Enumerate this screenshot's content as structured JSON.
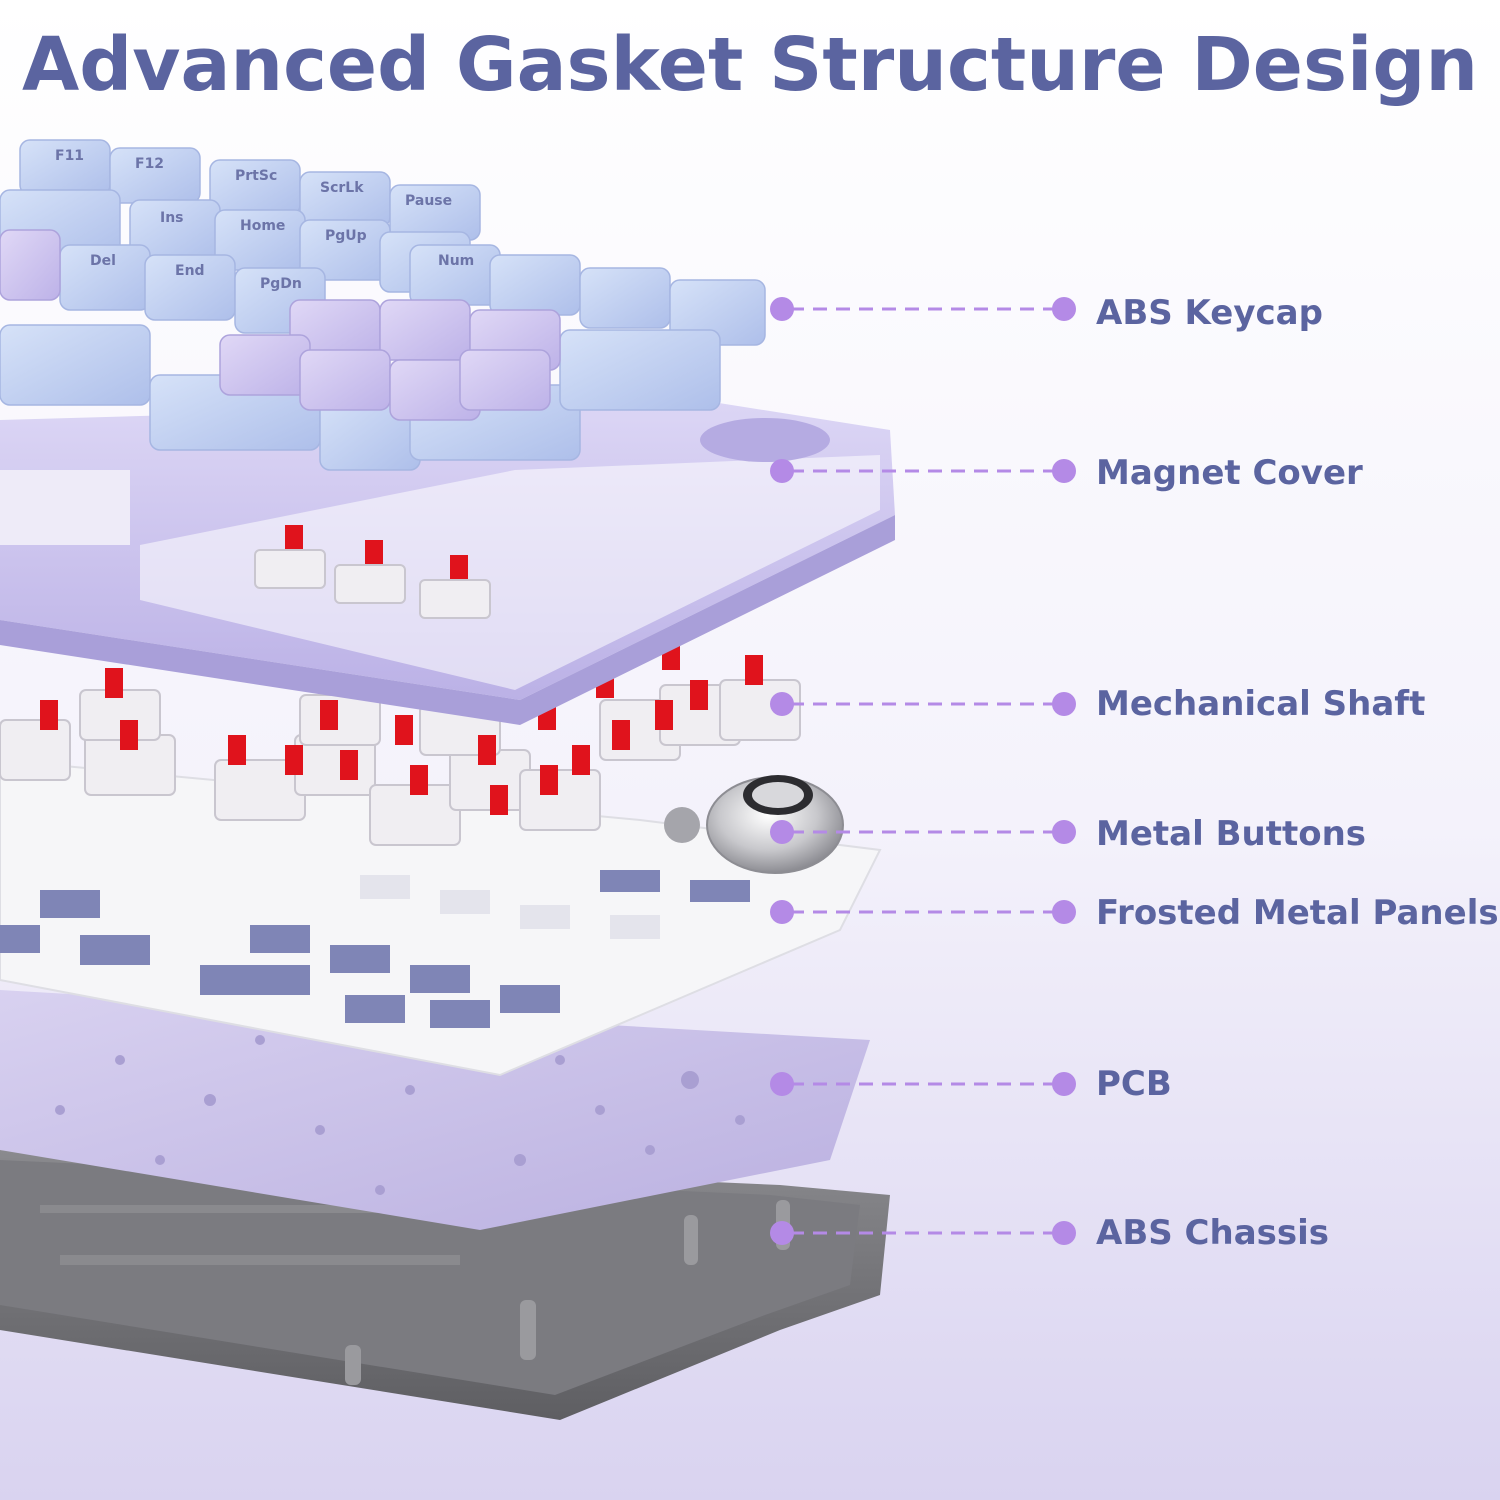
{
  "title": "Advanced Gasket Structure Design",
  "colors": {
    "title": "#5b64a0",
    "label": "#5b64a0",
    "callout_dot": "#b48ae6",
    "callout_line": "#b48ae6",
    "keycap_blue": "#b9cdf0",
    "keycap_purple": "#cfc6ef",
    "cover_purple": "#cbc3ee",
    "switch_red": "#e0131c",
    "panel_white": "#f7f7f9",
    "pcb_purple": "#c9c1e8",
    "chassis_gray": "#6d6d70"
  },
  "layers": [
    {
      "key": "abs_keycap",
      "label": "ABS Keycap"
    },
    {
      "key": "magnet_cover",
      "label": "Magnet Cover"
    },
    {
      "key": "mechanical_shaft",
      "label": "Mechanical Shaft"
    },
    {
      "key": "metal_buttons",
      "label": "Metal Buttons"
    },
    {
      "key": "frosted_metal_panels",
      "label": "Frosted Metal Panels"
    },
    {
      "key": "pcb",
      "label": "PCB"
    },
    {
      "key": "abs_chassis",
      "label": "ABS Chassis"
    }
  ]
}
